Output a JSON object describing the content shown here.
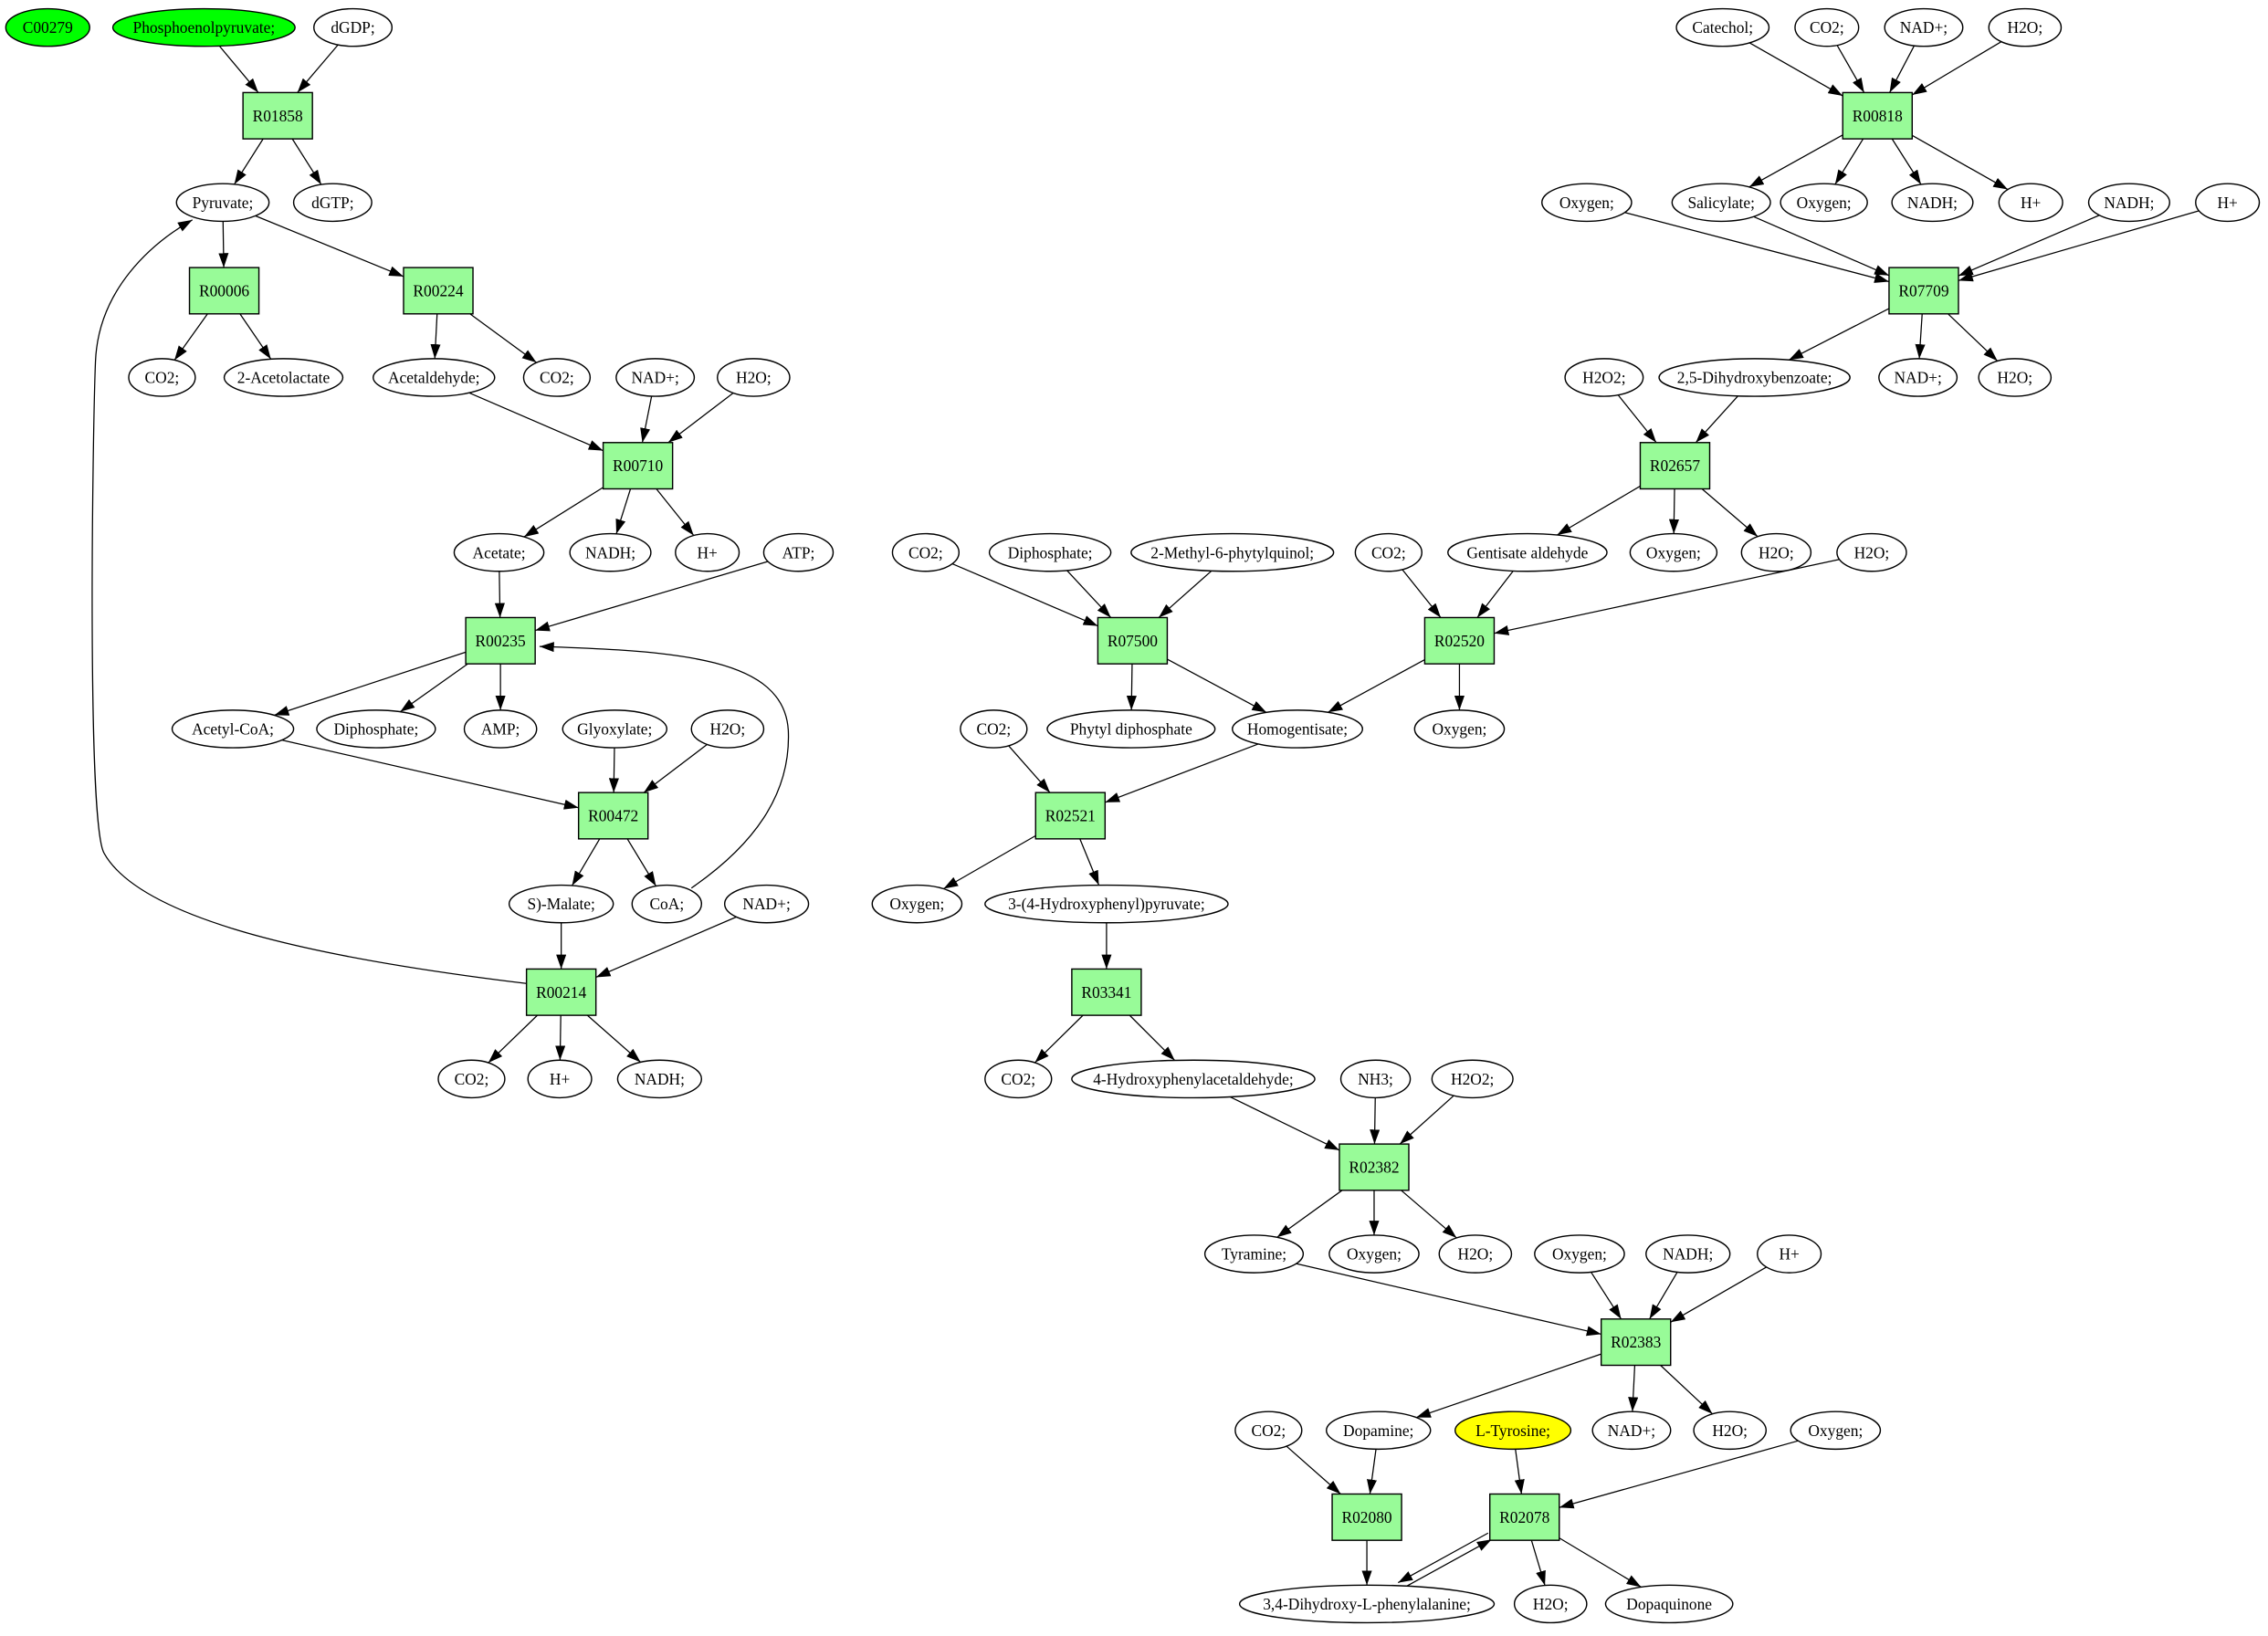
{
  "diagram": {
    "compounds": [
      {
        "label": "C00279",
        "fill": "#00ff00"
      },
      {
        "label": "Phosphoenolpyruvate;",
        "fill": "#00ff00"
      },
      {
        "label": "dGDP;"
      },
      {
        "label": "Pyruvate;"
      },
      {
        "label": "dGTP;"
      },
      {
        "label": "CO2;"
      },
      {
        "label": "2-Acetolactate"
      },
      {
        "label": "Acetaldehyde;"
      },
      {
        "label": "CO2;"
      },
      {
        "label": "NAD+;"
      },
      {
        "label": "H2O;"
      },
      {
        "label": "Acetate;"
      },
      {
        "label": "NADH;"
      },
      {
        "label": "H+"
      },
      {
        "label": "ATP;"
      },
      {
        "label": "Acetyl-CoA;"
      },
      {
        "label": "Diphosphate;"
      },
      {
        "label": "AMP;"
      },
      {
        "label": "Glyoxylate;"
      },
      {
        "label": "H2O;"
      },
      {
        "label": "S)-Malate;"
      },
      {
        "label": "CoA;"
      },
      {
        "label": "NAD+;"
      },
      {
        "label": "CO2;"
      },
      {
        "label": "H+"
      },
      {
        "label": "NADH;"
      },
      {
        "label": "Catechol;"
      },
      {
        "label": "CO2;"
      },
      {
        "label": "NAD+;"
      },
      {
        "label": "H2O;"
      },
      {
        "label": "Oxygen;"
      },
      {
        "label": "Salicylate;"
      },
      {
        "label": "Oxygen;"
      },
      {
        "label": "NADH;"
      },
      {
        "label": "H+"
      },
      {
        "label": "NADH;"
      },
      {
        "label": "H+"
      },
      {
        "label": "H2O2;"
      },
      {
        "label": "2,5-Dihydroxybenzoate;"
      },
      {
        "label": "NAD+;"
      },
      {
        "label": "H2O;"
      },
      {
        "label": "CO2;"
      },
      {
        "label": "Diphosphate;"
      },
      {
        "label": "2-Methyl-6-phytylquinol;"
      },
      {
        "label": "CO2;"
      },
      {
        "label": "Gentisate aldehyde"
      },
      {
        "label": "Oxygen;"
      },
      {
        "label": "H2O;"
      },
      {
        "label": "H2O;"
      },
      {
        "label": "CO2;"
      },
      {
        "label": "Phytyl diphosphate"
      },
      {
        "label": "Homogentisate;"
      },
      {
        "label": "Oxygen;"
      },
      {
        "label": "Oxygen;"
      },
      {
        "label": "3-(4-Hydroxyphenyl)pyruvate;"
      },
      {
        "label": "CO2;"
      },
      {
        "label": "4-Hydroxyphenylacetaldehyde;"
      },
      {
        "label": "NH3;"
      },
      {
        "label": "H2O2;"
      },
      {
        "label": "Tyramine;"
      },
      {
        "label": "Oxygen;"
      },
      {
        "label": "H2O;"
      },
      {
        "label": "Oxygen;"
      },
      {
        "label": "NADH;"
      },
      {
        "label": "H+"
      },
      {
        "label": "CO2;"
      },
      {
        "label": "Dopamine;"
      },
      {
        "label": "L-Tyrosine;",
        "fill": "#ffff00"
      },
      {
        "label": "NAD+;"
      },
      {
        "label": "H2O;"
      },
      {
        "label": "Oxygen;"
      },
      {
        "label": "3,4-Dihydroxy-L-phenylalanine;"
      },
      {
        "label": "H2O;"
      },
      {
        "label": "Dopaquinone"
      }
    ],
    "reactions": [
      "R01858",
      "R00006",
      "R00224",
      "R00710",
      "R00235",
      "R00472",
      "R00214",
      "R00818",
      "R07709",
      "R02657",
      "R07500",
      "R02520",
      "R02521",
      "R03341",
      "R02382",
      "R02383",
      "R02080",
      "R02078"
    ]
  },
  "colors": {
    "compound_fill": "#ffffff",
    "reaction_fill": "#98fb98",
    "edge": "#000000"
  }
}
